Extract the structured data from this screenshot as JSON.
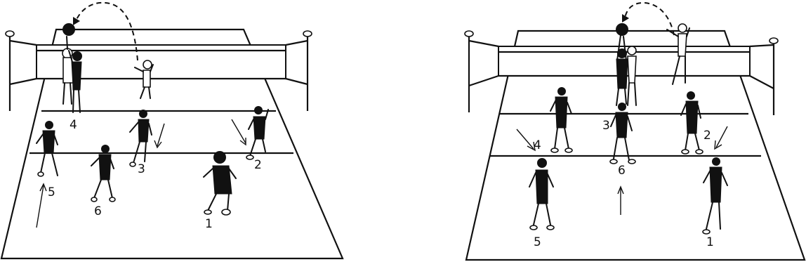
{
  "diagrams": [
    {
      "id": "left",
      "players": [
        {
          "number": "1",
          "role": "back-right"
        },
        {
          "number": "2",
          "role": "front-right"
        },
        {
          "number": "3",
          "role": "front-middle"
        },
        {
          "number": "4",
          "role": "front-left-hitter"
        },
        {
          "number": "5",
          "role": "back-left"
        },
        {
          "number": "6",
          "role": "back-middle"
        }
      ]
    },
    {
      "id": "right",
      "players": [
        {
          "number": "1",
          "role": "back-right"
        },
        {
          "number": "2",
          "role": "front-right"
        },
        {
          "number": "3",
          "role": "front-middle-blocker"
        },
        {
          "number": "4",
          "role": "front-left"
        },
        {
          "number": "5",
          "role": "back-left"
        },
        {
          "number": "6",
          "role": "back-middle"
        }
      ]
    }
  ],
  "colors": {
    "ink": "#111111",
    "paper": "#ffffff"
  }
}
